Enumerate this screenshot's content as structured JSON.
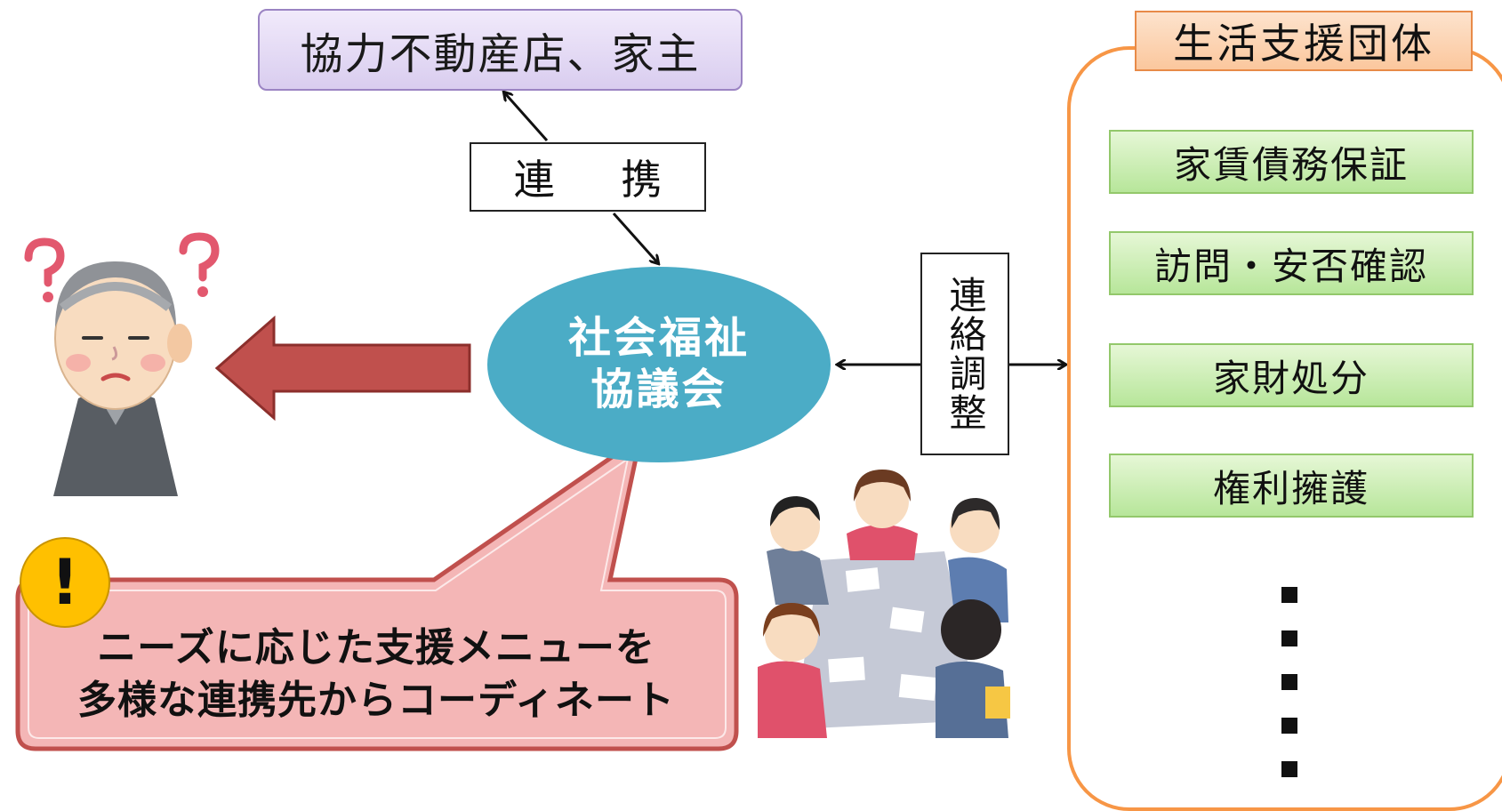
{
  "partners_box": {
    "label": "協力不動産店、家主"
  },
  "link_label": {
    "text": "連 携"
  },
  "coordination_label": {
    "text": "連絡調整"
  },
  "center_node": {
    "line1": "社会福祉",
    "line2": "協議会"
  },
  "support_groups": {
    "title": "生活支援団体",
    "services": [
      {
        "label": "家賃債務保証"
      },
      {
        "label": "訪問・安否確認"
      },
      {
        "label": "家財処分"
      },
      {
        "label": "権利擁護"
      }
    ]
  },
  "callout": {
    "badge": "!",
    "line1": "ニーズに応じた支援メニューを",
    "line2": "多様な連携先からコーディネート"
  },
  "colors": {
    "center_oval": "#4bacc6",
    "frame_orange": "#f79646",
    "service_green": "#b7e69a",
    "arrow_red": "#c0504d",
    "callout_pink": "#f4b6b6",
    "warning_yellow": "#ffc000"
  },
  "icons": [
    "elderly-person-icon",
    "question-mark-icon",
    "meeting-people-icon",
    "warning-icon"
  ]
}
